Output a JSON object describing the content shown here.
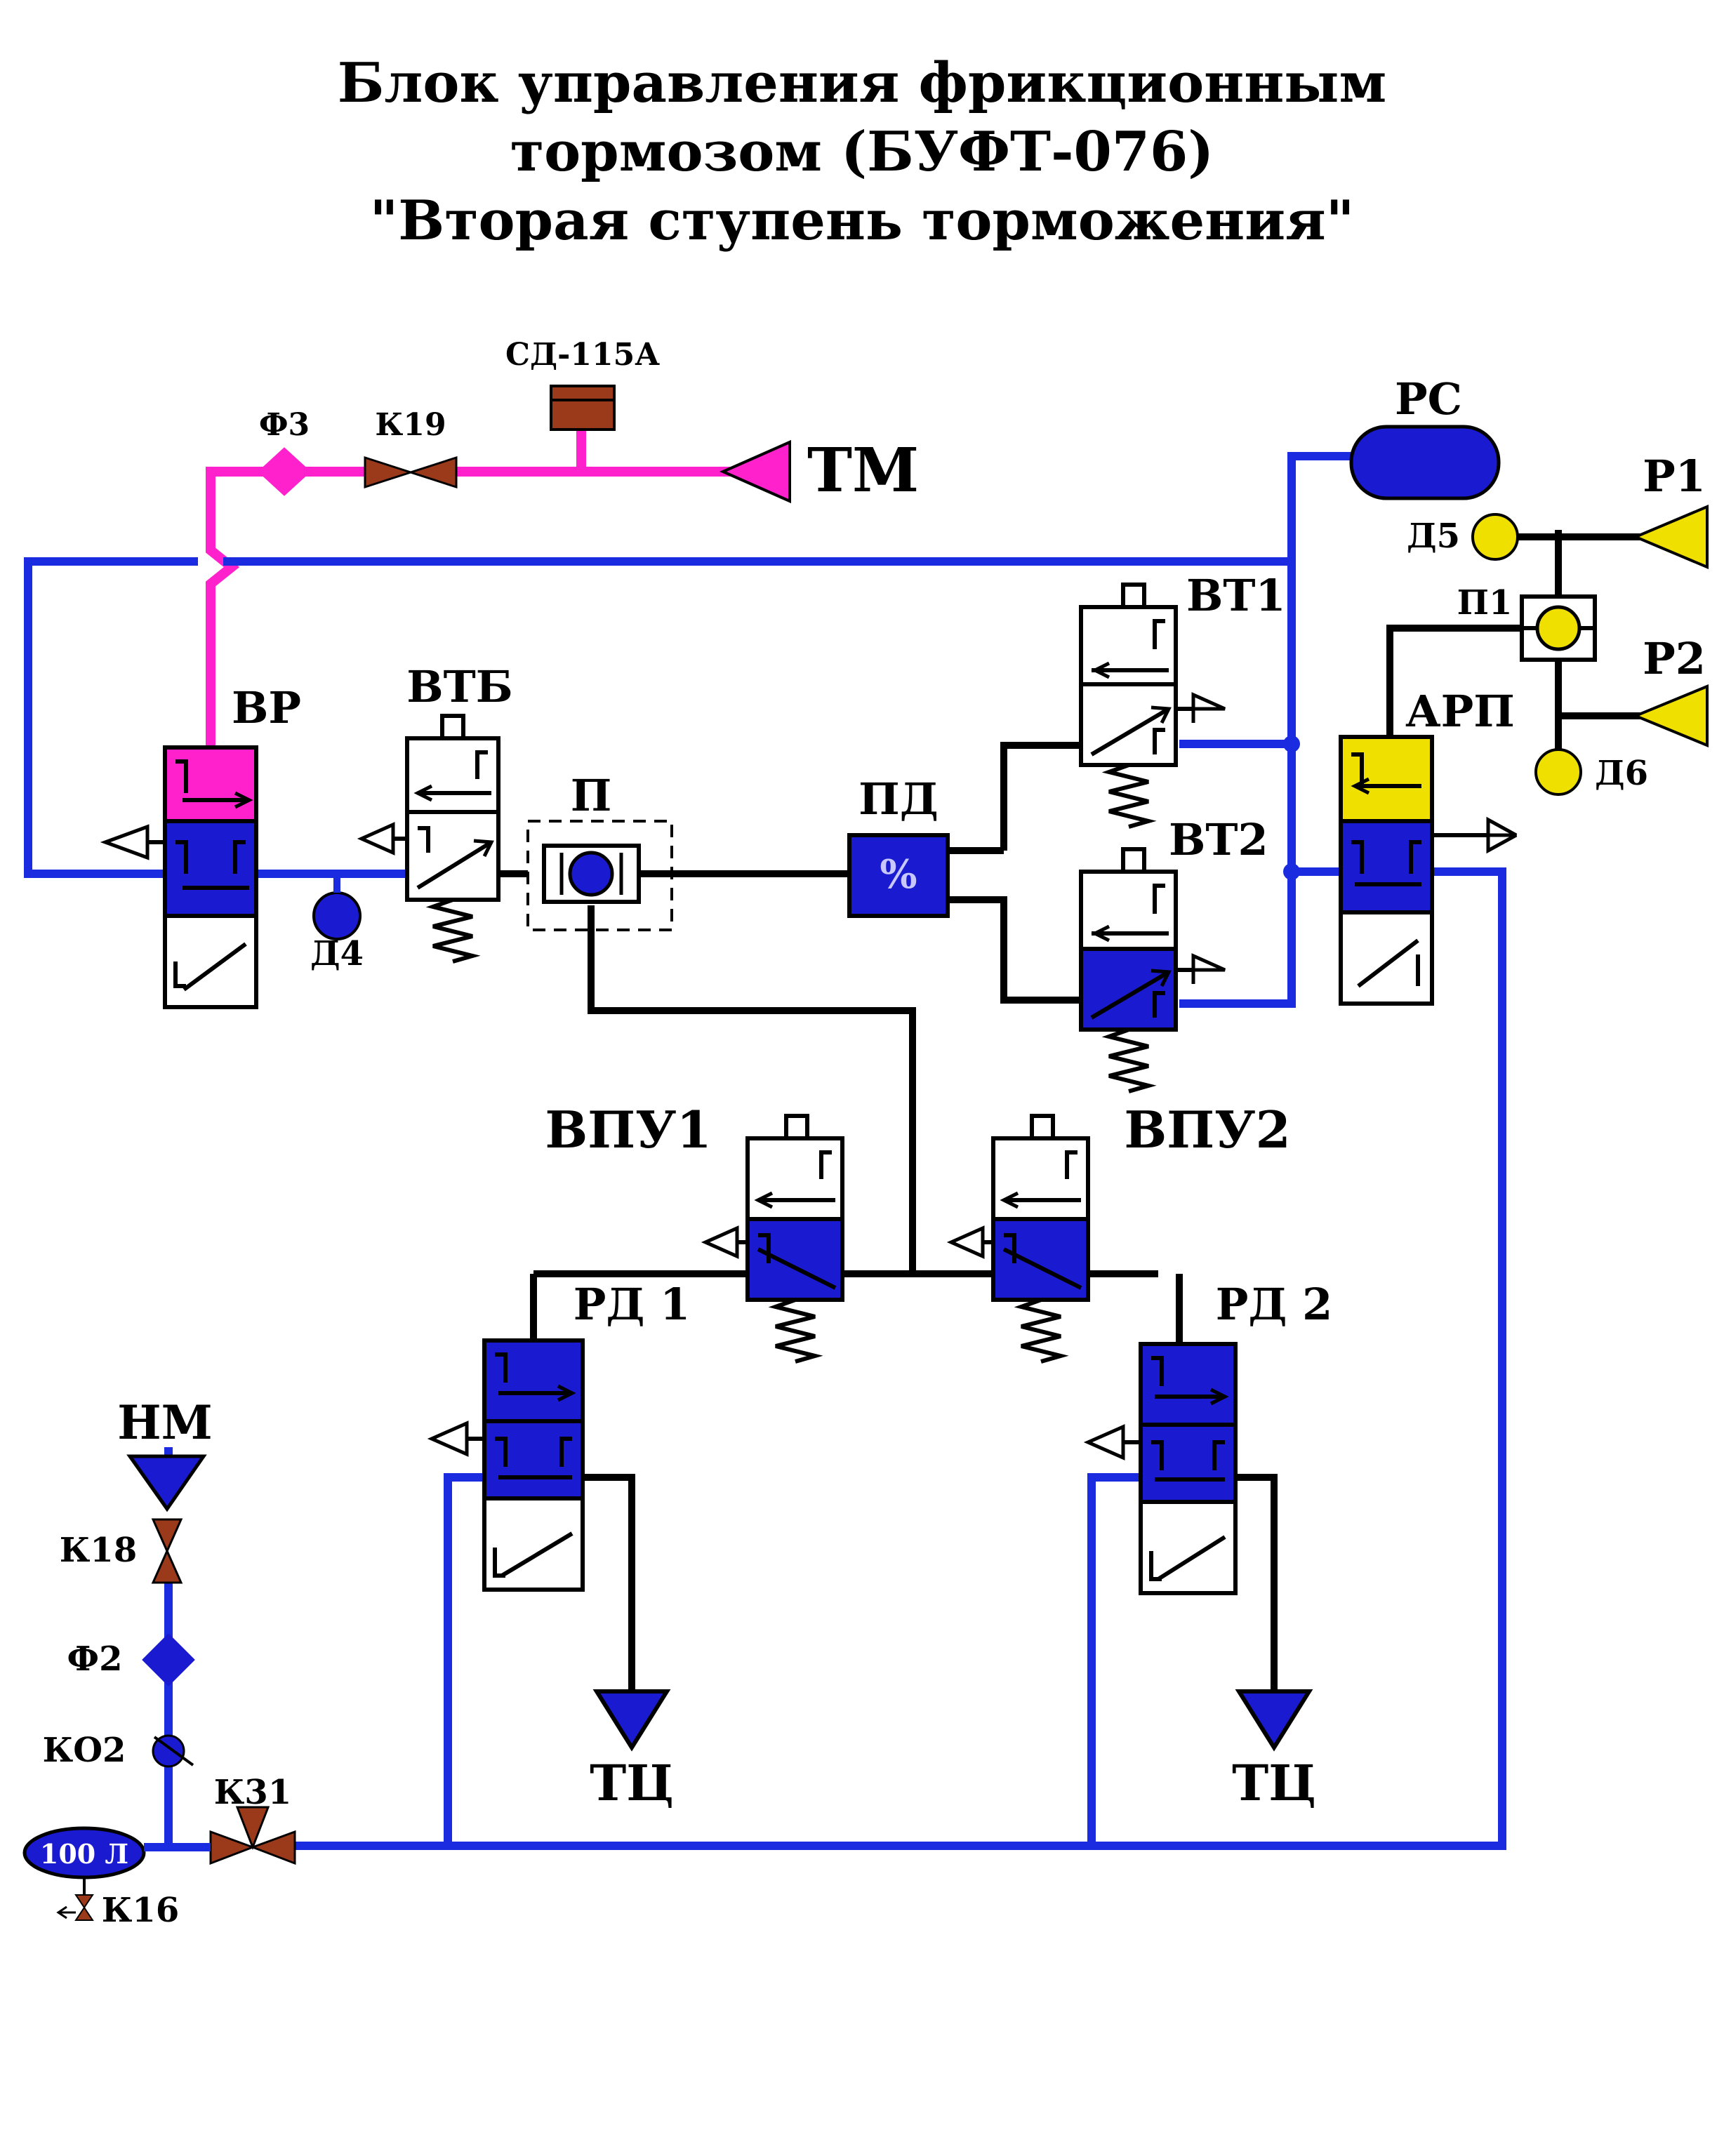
{
  "title": {
    "line1": "Блок управления фрикционным",
    "line2": "тормозом (БУФТ-076)",
    "line3": "\"Вторая ступень торможения\""
  },
  "labels": {
    "sd115a": "СД-115А",
    "tm": "ТМ",
    "f3": "Ф3",
    "k19": "К19",
    "rs": "РС",
    "p1": "Р1",
    "p2": "Р2",
    "d5": "Д5",
    "d6": "Д6",
    "pp1": "П1",
    "arp": "АРП",
    "vt1": "ВТ1",
    "vt2": "ВТ2",
    "vr": "ВР",
    "vtb": "ВТБ",
    "p": "П",
    "pd": "ПД",
    "pd_symbol": "%",
    "d4": "Д4",
    "vpu1": "ВПУ1",
    "vpu2": "ВПУ2",
    "rd1": "РД 1",
    "rd2": "РД 2",
    "nm": "НМ",
    "k18": "К18",
    "f2": "Ф2",
    "ko2": "КО2",
    "k31": "К31",
    "tank": "100 Л",
    "k16": "К16",
    "tc1": "ТЦ",
    "tc2": "ТЦ"
  },
  "colors": {
    "pipe_blue": "#1a2be0",
    "valve_blue": "#1a1ad0",
    "pipe_magenta": "#ff22cc",
    "yellow": "#f0e000",
    "brown": "#9a3a1a",
    "black": "#000000"
  }
}
